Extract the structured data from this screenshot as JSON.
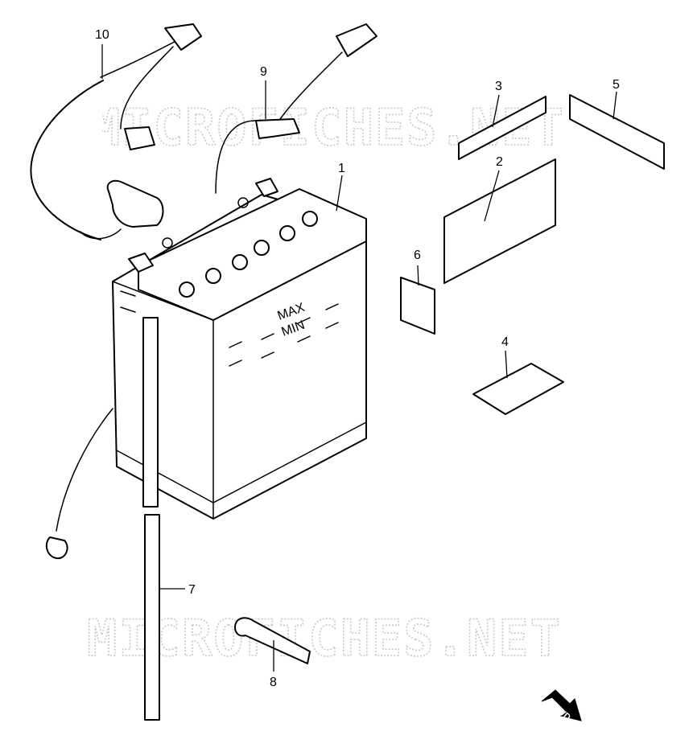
{
  "watermark": "MICROFICHES.NET",
  "direction_marker": "FWD",
  "battery_markings": {
    "upper": "MAX",
    "lower": "MIN"
  },
  "callouts": [
    "1",
    "2",
    "3",
    "4",
    "5",
    "6",
    "7",
    "8",
    "9",
    "10"
  ],
  "colors": {
    "line": "#000000",
    "watermark": "#c8c8c8",
    "background": "#ffffff"
  }
}
